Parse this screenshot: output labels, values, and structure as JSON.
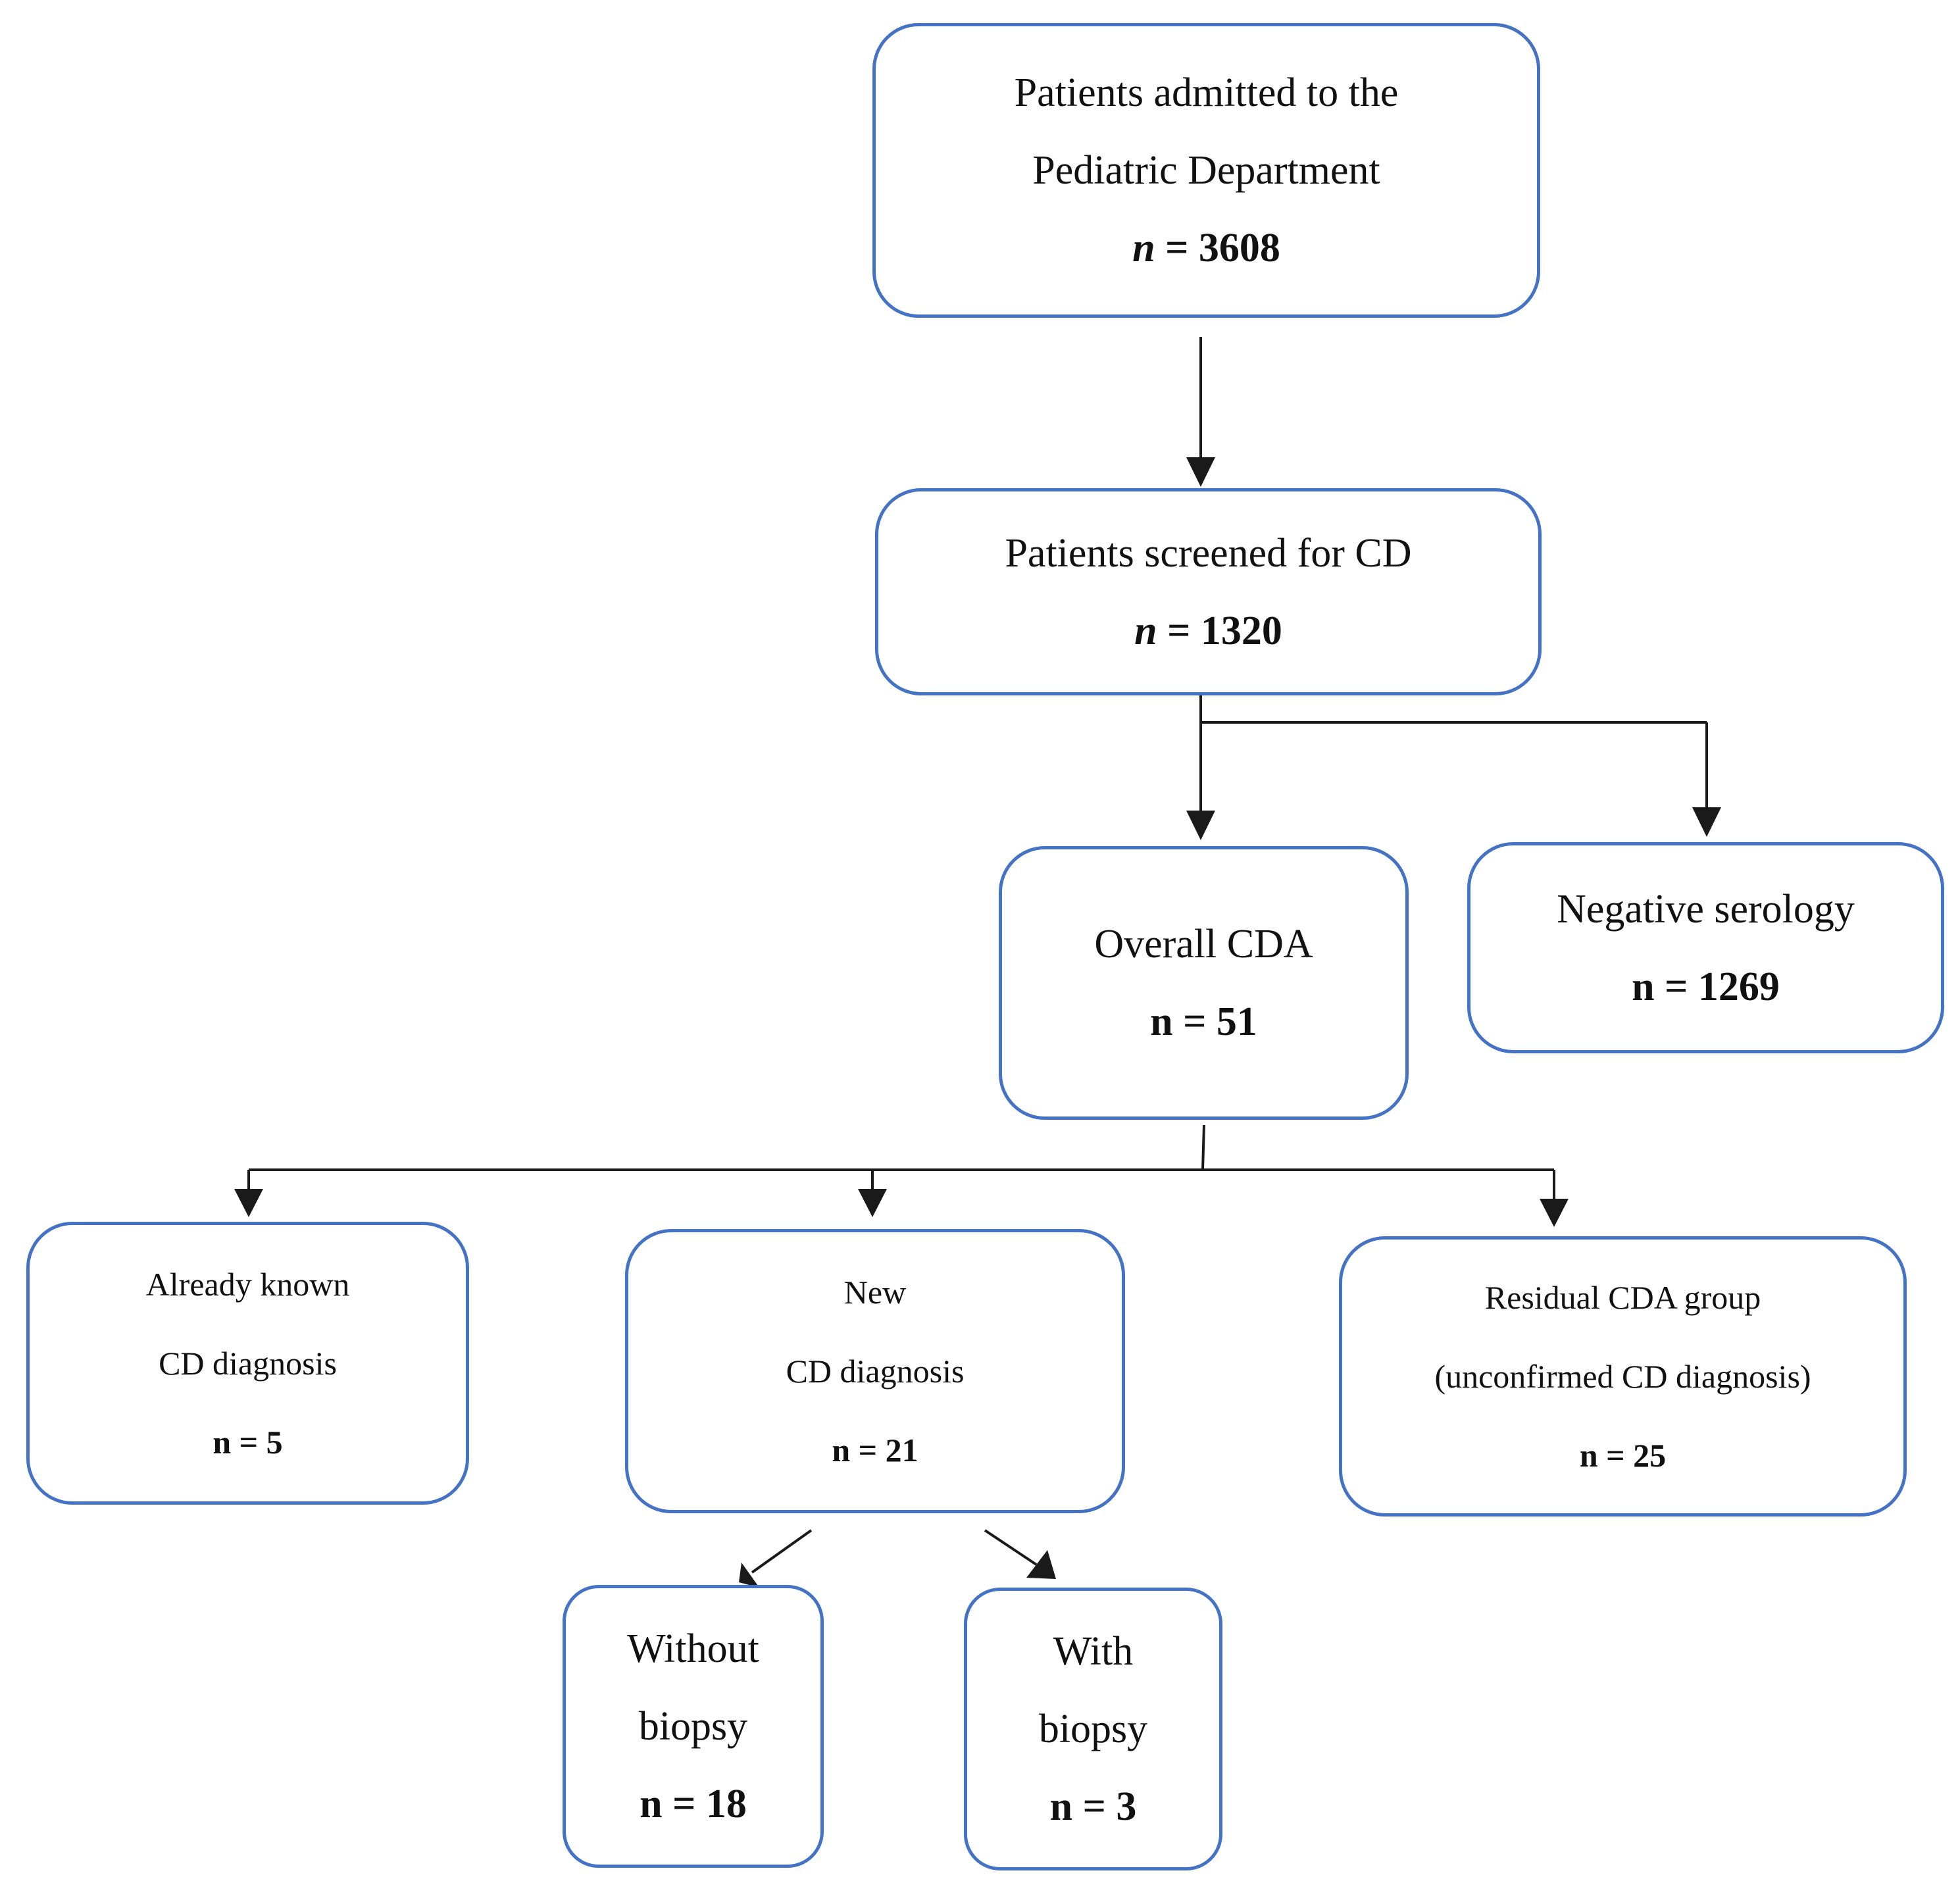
{
  "boxes": {
    "admitted": {
      "line1": "Patients admitted to the",
      "line2": "Pediatric Department",
      "n_label": "n",
      "n_value": "= 3608"
    },
    "screened": {
      "line1": "Patients screened for CD",
      "n_label": "n",
      "n_value": "= 1320"
    },
    "overall_cda": {
      "line1": "Overall CDA",
      "n": "n = 51"
    },
    "negative_serology": {
      "line1": "Negative serology",
      "n": "n = 1269"
    },
    "already_known": {
      "line1": "Already known",
      "line2": "CD diagnosis",
      "n": "n = 5"
    },
    "new_cd": {
      "line1": "New",
      "line2": "CD diagnosis",
      "n": "n = 21"
    },
    "residual_cda": {
      "line1": "Residual CDA group",
      "line2": "(unconfirmed CD diagnosis)",
      "n": "n = 25"
    },
    "without_biopsy": {
      "line1": "Without",
      "line2": "biopsy",
      "n": "n = 18"
    },
    "with_biopsy": {
      "line1": "With",
      "line2": "biopsy",
      "n": "n = 3"
    }
  },
  "colors": {
    "box_border": "#4472C4",
    "arrow": "#1a1a1a",
    "text": "#111111"
  }
}
